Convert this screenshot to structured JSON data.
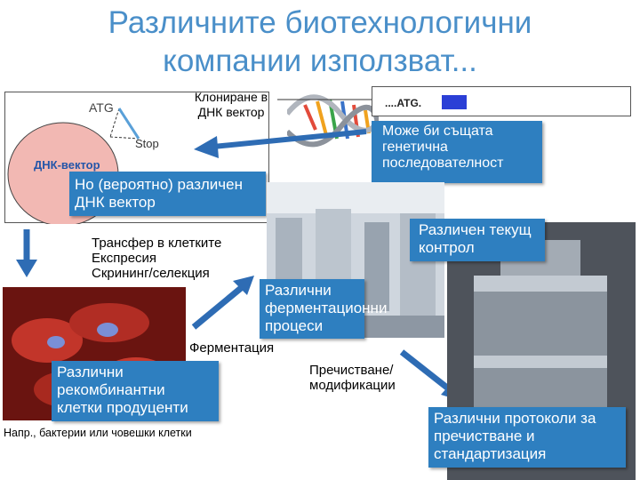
{
  "title_line1": "Различните биотехнологични",
  "title_line2": "компании използват...",
  "plasmid": {
    "atg": "ATG",
    "stop": "Stop",
    "vector_label": "ДНК-вектор"
  },
  "cloning_label": "Клониране в ДНК вектор",
  "sequence_text": "....ATG.",
  "same_sequence": "Може би същата генетична последователност",
  "different_vector": "Но (вероятно) различен ДНК вектор",
  "transfer_steps": [
    "Трансфер в клетките",
    "Експресия",
    "Скрининг/селекция"
  ],
  "process_control": "Различен текущ контрол",
  "fermentation_processes": "Различни ферментационни процеси",
  "fermentation_label": "Ферментация",
  "recombinant_cells": "Различни рекомбинантни клетки продуценти",
  "cells_note": "Напр., бактерии или човешки клетки",
  "purification_label": "Пречистване/ модификации",
  "purification_protocols": "Различни протоколи за пречистване и стандартизация",
  "colors": {
    "title": "#4a8fc9",
    "box": "#2e7fc0",
    "plasmid": "#f2b8b3",
    "sequence_highlight": "#2b3fd6"
  }
}
